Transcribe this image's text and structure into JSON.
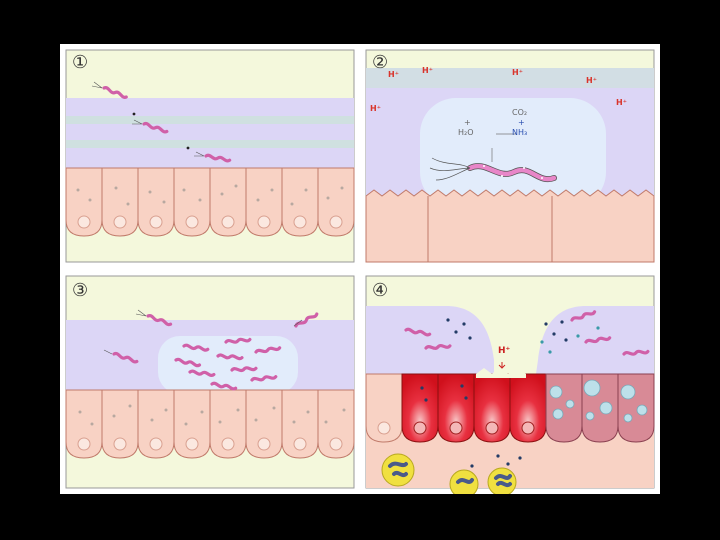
{
  "panels": [
    {
      "number": "①"
    },
    {
      "number": "②"
    },
    {
      "number": "③"
    },
    {
      "number": "④"
    }
  ],
  "panel2": {
    "h_ions": [
      "H⁺",
      "H⁺",
      "H⁺",
      "H⁺",
      "H⁺",
      "H⁺"
    ],
    "reaction": {
      "left_plus": "+",
      "left": "H₂O",
      "right_top": "CO₂",
      "right_plus": "+",
      "right_bottom": "NH₃"
    }
  },
  "panel4": {
    "h_ion": "H⁺"
  },
  "colors": {
    "sky": "#f4f8dc",
    "mucus": "#dcd6f6",
    "mucus_band": "#cfe0e0",
    "cell": "#f8d2c4",
    "cell_border": "#c07a6a",
    "bubble": "#e2ecfb",
    "bacterium": "#e886c8",
    "damaged_cell": "#e0202a",
    "vacuolated_cell": "#d88a96",
    "neutrophil": "#f0e040"
  }
}
